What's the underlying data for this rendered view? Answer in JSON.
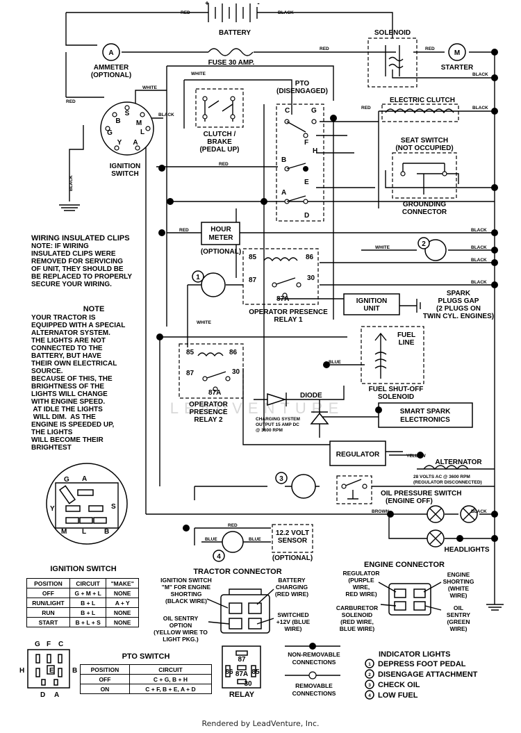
{
  "battery": {
    "label": "BATTERY",
    "plus": "+",
    "minus": "-",
    "wire_left": "RED",
    "wire_right": "BLACK"
  },
  "solenoid": {
    "label": "SOLENOID"
  },
  "starter": {
    "label": "STARTER",
    "symbol": "M"
  },
  "ammeter": {
    "label_1": "AMMETER",
    "label_2": "(OPTIONAL)",
    "symbol": "A"
  },
  "fuse": {
    "label": "FUSE 30 AMP."
  },
  "pto": {
    "label_1": "PTO",
    "label_2": "(DISENGAGED)",
    "terminals": [
      "C",
      "G",
      "F",
      "H",
      "B",
      "E",
      "A",
      "D"
    ]
  },
  "electric_clutch": {
    "label": "ELECTRIC CLUTCH"
  },
  "clutch_brake": {
    "label_1": "CLUTCH /",
    "label_2": "BRAKE",
    "label_3": "(PEDAL UP)"
  },
  "ignition_switch": {
    "label_1": "IGNITION",
    "label_2": "SWITCH",
    "terminals": [
      "S",
      "B",
      "M",
      "L",
      "G",
      "Y",
      "A"
    ]
  },
  "seat_switch": {
    "label_1": "SEAT SWITCH",
    "label_2": "(NOT OCCUPIED)"
  },
  "grounding_connector": {
    "label_1": "GROUNDING",
    "label_2": "CONNECTOR"
  },
  "hour_meter": {
    "label_1": "HOUR",
    "label_2": "METER",
    "label_3": "(OPTIONAL)"
  },
  "relay1": {
    "label_1": "OPERATOR PRESENCE",
    "label_2": "RELAY 1",
    "pins": [
      "85",
      "86",
      "87",
      "30",
      "87A"
    ]
  },
  "relay2": {
    "label_1": "OPERATOR",
    "label_2": "PRESENCE",
    "label_3": "RELAY 2",
    "pins": [
      "85",
      "86",
      "87",
      "30",
      "87A"
    ]
  },
  "ignition_unit": {
    "label_1": "IGNITION",
    "label_2": "UNIT"
  },
  "spark_plugs": {
    "lines": [
      "SPARK",
      "PLUGS GAP",
      "(2 PLUGS ON",
      "TWIN CYL. ENGINES)"
    ]
  },
  "fuel_solenoid": {
    "label_1": "FUEL",
    "label_2": "LINE",
    "label_3": "FUEL SHUT-OFF",
    "label_4": "SOLENOID"
  },
  "diode": {
    "label": "DIODE",
    "charging_1": "CHARGING SYSTEM",
    "charging_2": "OUTPUT 15 AMP DC",
    "charging_3": "@ 3600 RPM"
  },
  "smart_spark": {
    "label_1": "SMART SPARK",
    "label_2": "ELECTRONICS"
  },
  "regulator": {
    "label": "REGULATOR"
  },
  "alternator": {
    "label": "ALTERNATOR",
    "note_1": "28 VOLTS AC @ 3600 RPM",
    "note_2": "(REGULATOR DISCONNECTED)"
  },
  "oil_switch": {
    "label_1": "OIL PRESSURE SWITCH",
    "label_2": "(ENGINE OFF)"
  },
  "headlights": {
    "label": "HEADLIGHTS"
  },
  "volt_sensor": {
    "label_1": "12.2 VOLT",
    "label_2": "SENSOR",
    "label_3": "(OPTIONAL)"
  },
  "wires": {
    "red": "RED",
    "black": "BLACK",
    "white": "WHITE",
    "blue": "BLUE",
    "yellow": "YELLOW",
    "brown": "BROWN"
  },
  "lamp_numbers": [
    "1",
    "2",
    "3",
    "4"
  ],
  "wiring_clips": {
    "title": "WIRING INSULATED CLIPS",
    "lines": [
      "NOTE: IF WIRING",
      "INSULATED CLIPS WERE",
      "REMOVED FOR SERVICING",
      "OF UNIT, THEY SHOULD BE",
      "BE REPLACED TO PROPERLY",
      "SECURE YOUR WIRING."
    ]
  },
  "note": {
    "title": "NOTE",
    "lines": [
      "YOUR TRACTOR IS",
      "EQUIPPED WITH A SPECIAL",
      "ALTERNATOR SYSTEM.",
      "THE LIGHTS ARE NOT",
      "CONNECTED TO THE",
      "BATTERY, BUT HAVE",
      "THEIR OWN ELECTRICAL",
      "SOURCE.",
      "BECAUSE OF THIS, THE",
      "BRIGHTNESS OF THE",
      "LIGHTS WILL CHANGE",
      "WITH ENGINE SPEED.",
      " AT IDLE THE LIGHTS",
      " WILL DIM.  AS THE",
      "ENGINE IS SPEEDED UP,",
      "THE LIGHTS",
      "WILL BECOME THEIR",
      "BRIGHTEST"
    ]
  },
  "ign_plug": {
    "terminals": [
      "G",
      "A",
      "Y",
      "S",
      "M",
      "L",
      "B"
    ]
  },
  "ign_table": {
    "title": "IGNITION SWITCH",
    "headers": [
      "POSITION",
      "CIRCUIT",
      "\"MAKE\""
    ],
    "rows": [
      [
        "OFF",
        "G + M + L",
        "NONE"
      ],
      [
        "RUN/LIGHT",
        "B + L",
        "A + Y"
      ],
      [
        "RUN",
        "B + L",
        "NONE"
      ],
      [
        "START",
        "B + L + S",
        "NONE"
      ]
    ]
  },
  "pto_plug": {
    "terminals": [
      "G",
      "F",
      "C",
      "H",
      "E",
      "B",
      "D",
      "A"
    ]
  },
  "pto_table": {
    "title": "PTO SWITCH",
    "headers": [
      "POSITION",
      "CIRCUIT"
    ],
    "rows": [
      [
        "OFF",
        "C + G, B + H"
      ],
      [
        "ON",
        "C + F, B + E, A + D"
      ]
    ]
  },
  "tractor_connector": {
    "title": "TRACTOR CONNECTOR",
    "left_1": [
      "IGNITION SWITCH",
      "\"M\" FOR ENGINE",
      "SHORTING",
      "(BLACK WIRE)"
    ],
    "left_2": [
      "OIL SENTRY",
      "OPTION",
      "(YELLOW WIRE TO",
      "LIGHT PKG.)"
    ],
    "right_1": [
      "BATTERY",
      "CHARGING",
      "(RED WIRE)"
    ],
    "right_2": [
      "SWITCHED",
      "+12V (BLUE",
      "WIRE)"
    ]
  },
  "relay_pinout": {
    "title": "RELAY",
    "pins": [
      "87",
      "86",
      "87A",
      "85",
      "30"
    ]
  },
  "connections_legend": {
    "non_removable_1": "NON-REMOVABLE",
    "non_removable_2": "CONNECTIONS",
    "removable_1": "REMOVABLE",
    "removable_2": "CONNECTIONS"
  },
  "engine_connector": {
    "title": "ENGINE CONNECTOR",
    "left_1": [
      "REGULATOR",
      "(PURPLE",
      "WIRE,",
      "RED WIRE)"
    ],
    "left_2": [
      "CARBURETOR",
      "SOLENOID",
      "(RED WIRE,",
      "BLUE WIRE)"
    ],
    "right_1": [
      "ENGINE",
      "SHORTING",
      "(WHITE",
      "WIRE)"
    ],
    "right_2": [
      "OIL",
      "SENTRY",
      "(GREEN",
      "WIRE)"
    ]
  },
  "indicator_lights": {
    "title": "INDICATOR LIGHTS",
    "items": [
      {
        "n": "1",
        "label": "DEPRESS FOOT PEDAL"
      },
      {
        "n": "2",
        "label": "DISENGAGE ATTACHMENT"
      },
      {
        "n": "3",
        "label": "CHECK OIL"
      },
      {
        "n": "4",
        "label": "LOW FUEL"
      }
    ]
  },
  "watermark": "LEADVENTURE",
  "footer": "Rendered by LeadVenture, Inc."
}
